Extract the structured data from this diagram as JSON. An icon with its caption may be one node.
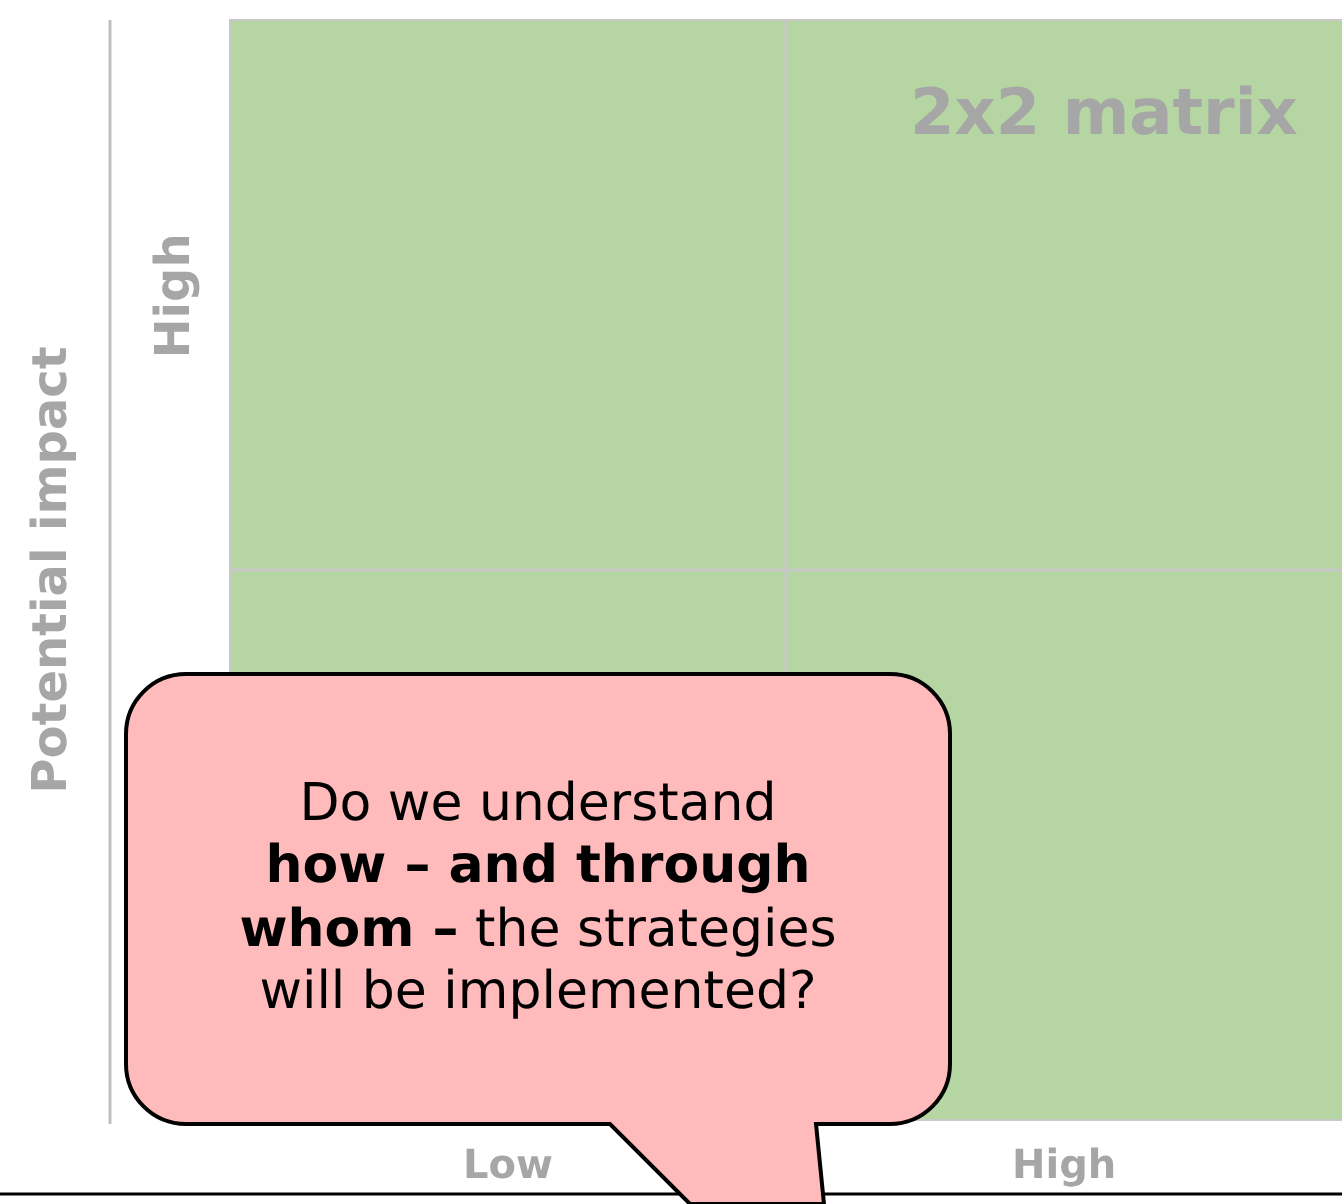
{
  "diagram": {
    "nodes": [
      {
        "text": [
          "Do we understand **how – and through whom –** the strategies will be implemented?"
        ]
      }
    ],
    "labels": [
      "2x2 matrix",
      "Potential impact",
      "High",
      "Low",
      "High"
    ]
  }
}
